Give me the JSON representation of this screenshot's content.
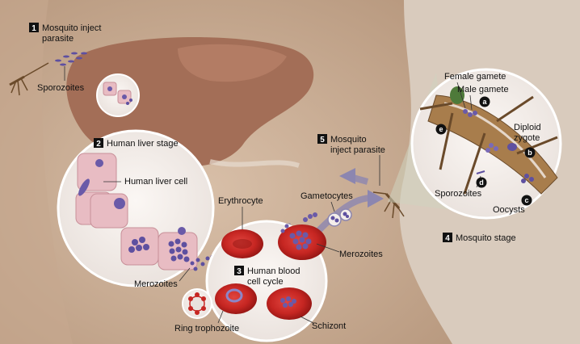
{
  "steps": {
    "s1": {
      "num": "1",
      "text_line1": "Mosquito inject",
      "text_line2": "parasite"
    },
    "s2": {
      "num": "2",
      "text": "Human liver stage"
    },
    "s3": {
      "num": "3",
      "text_line1": "Human blood",
      "text_line2": "cell cycle"
    },
    "s4": {
      "num": "4",
      "text": "Mosquito stage"
    },
    "s5": {
      "num": "5",
      "text_line1": "Mosquito",
      "text_line2": "inject parasite"
    }
  },
  "labels": {
    "sporozoites_left": "Sporozoites",
    "human_liver_cell": "Human liver cell",
    "merozoites_left": "Merozoites",
    "erythrocyte": "Erythrocyte",
    "gametocytes": "Gametocytes",
    "merozoites_right": "Merozoites",
    "ring_trophozoite": "Ring trophozoite",
    "schizont": "Schizont",
    "female_gamete": "Female gamete",
    "male_gamete": "Male gamete",
    "diploid_zygote_line1": "Diploid",
    "diploid_zygote_line2": "zygote",
    "sporozoites_right": "Sporozoites",
    "oocysts": "Oocysts"
  },
  "letters": {
    "a": "a",
    "b": "b",
    "c": "c",
    "d": "d",
    "e": "e"
  },
  "colors": {
    "background": "#d9cbbd",
    "body": "#cdb29a",
    "liver": "#a36e57",
    "liver_highlight": "#b9826a",
    "circle_fill": "#f4eeea",
    "cell_fill": "#e8bcc3",
    "nucleus": "#6a5aa8",
    "parasite": "#5e50a0",
    "rbc": "#c62622",
    "rbc_light": "#e0453f",
    "insect": "#8a6a3a",
    "arrow": "#8c86b0",
    "badge": "#111111"
  }
}
